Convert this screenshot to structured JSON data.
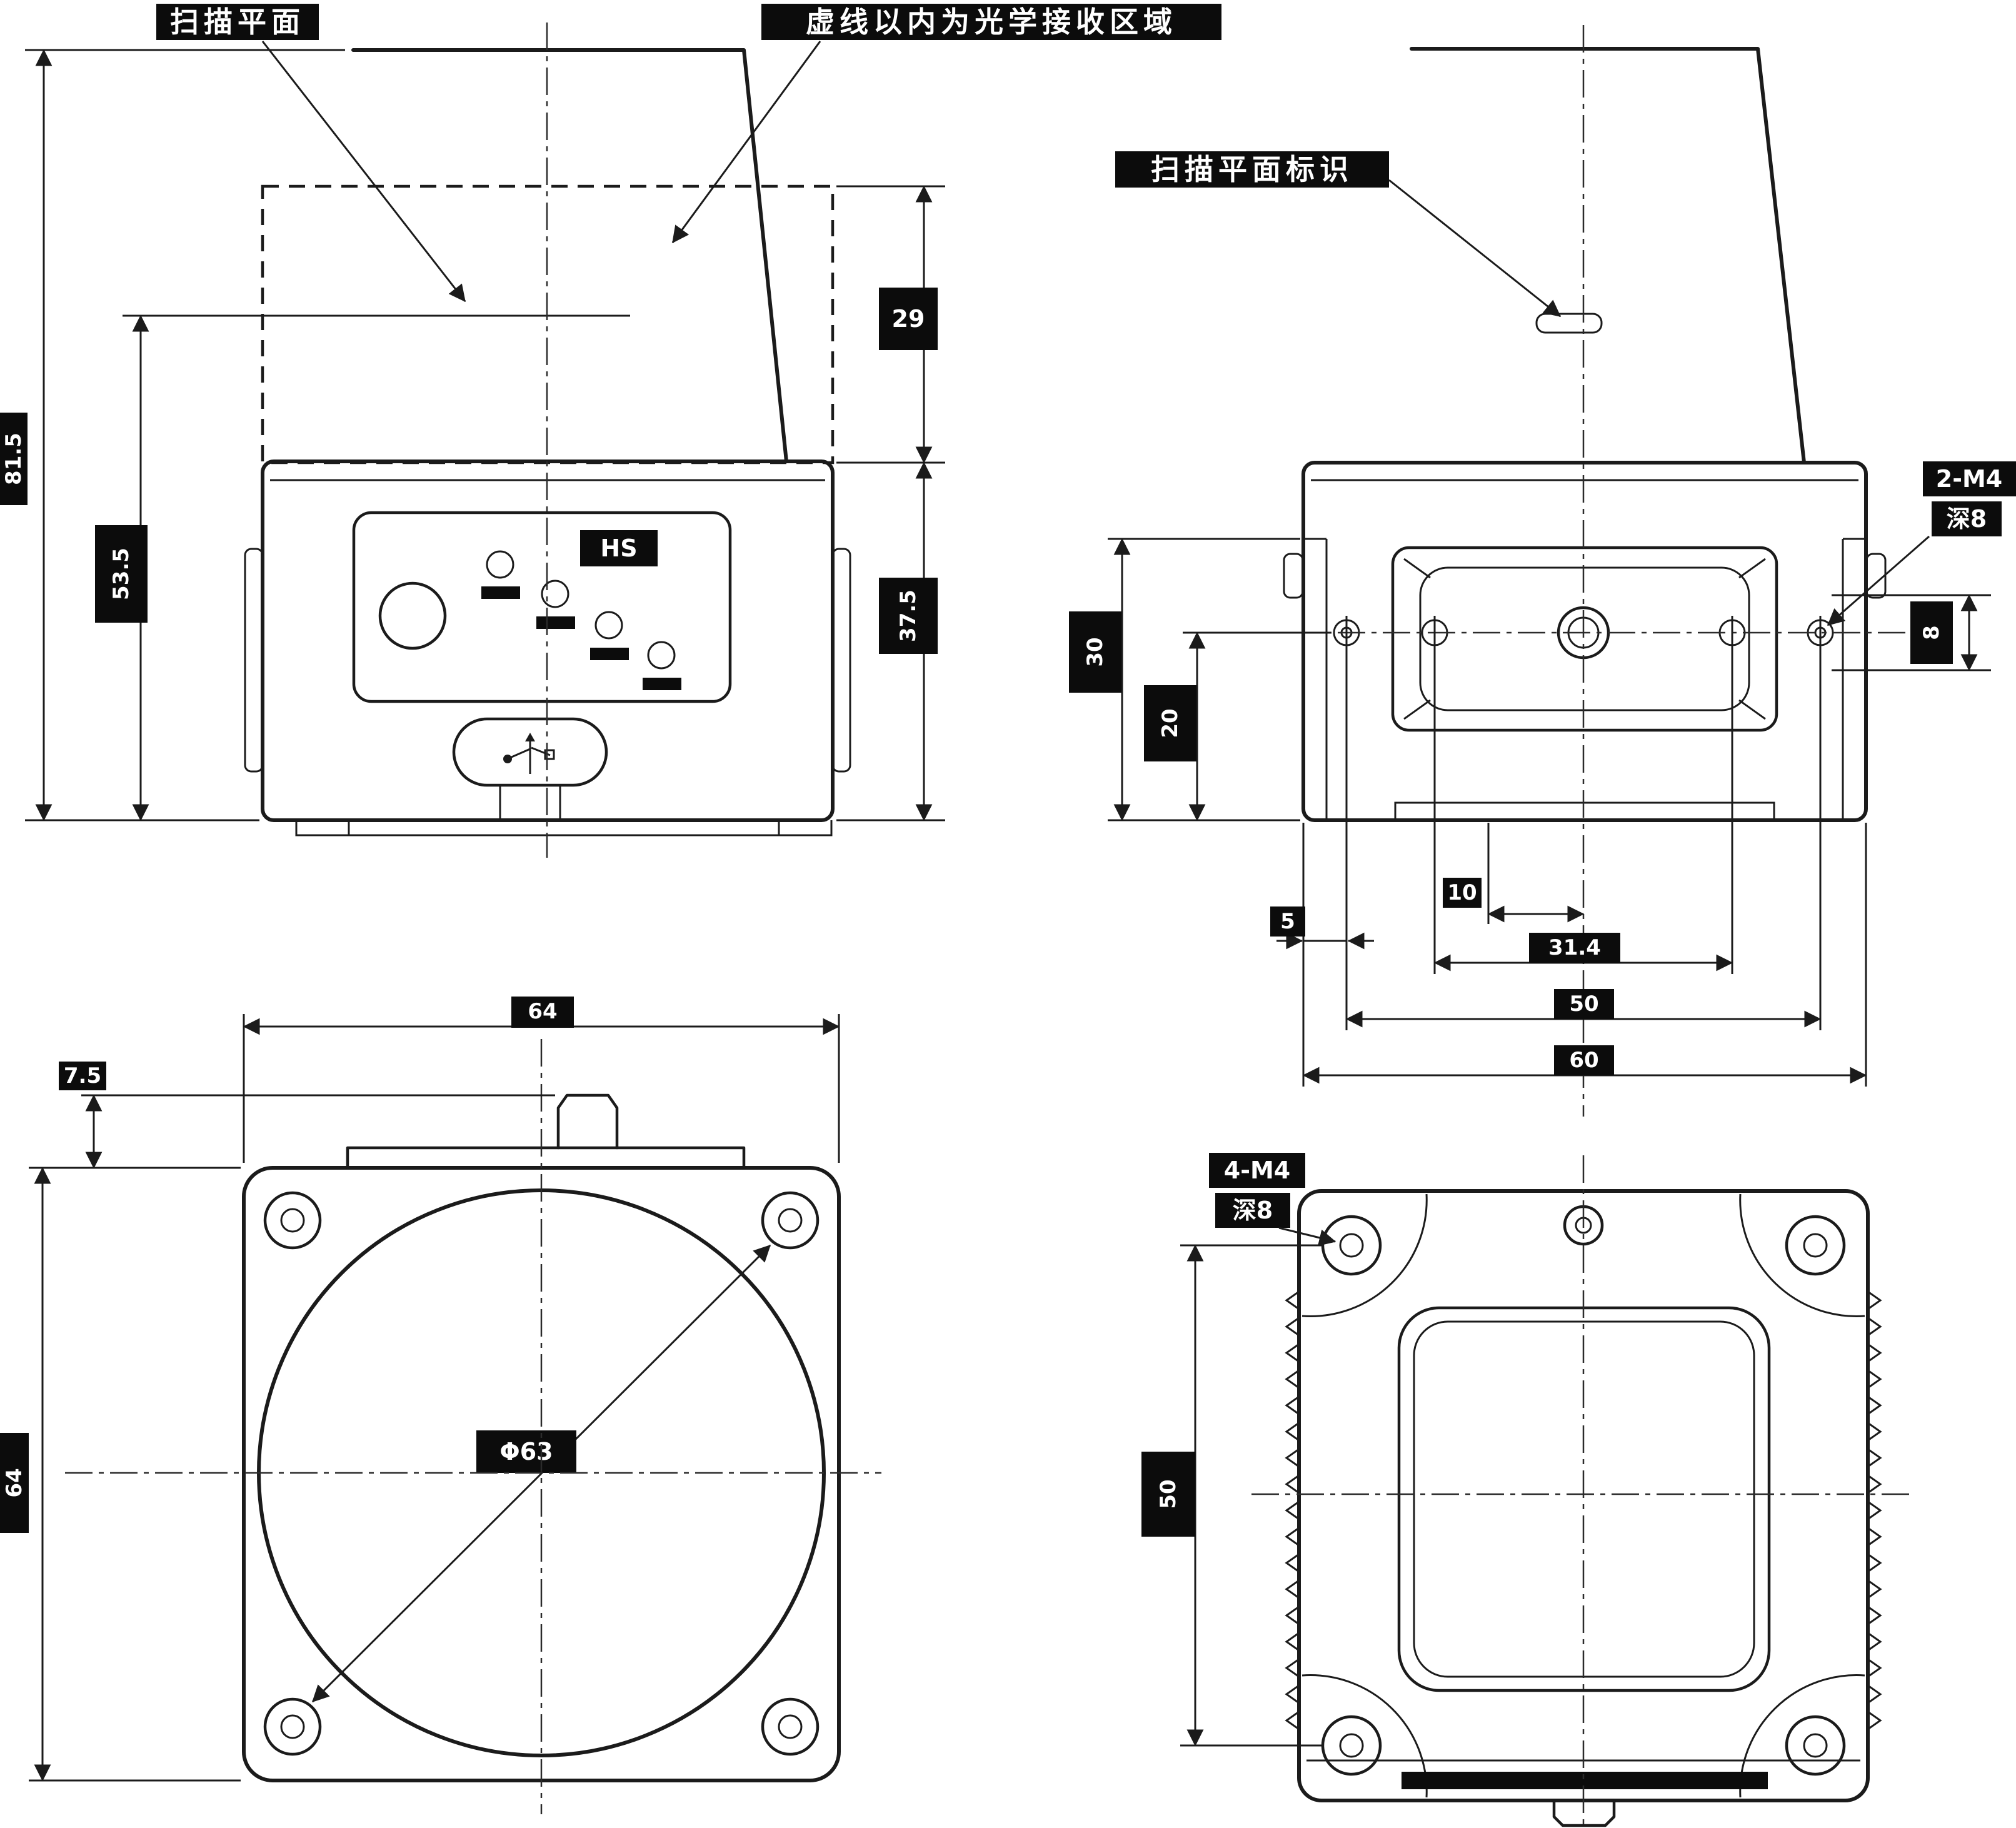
{
  "labels": {
    "scan_plane": "扫描平面",
    "optical_area_note": "虚线以内为光学接收区域",
    "scan_plane_marker": "扫描平面标识",
    "side_screw_spec": "2-M4",
    "side_screw_depth": "深8",
    "bottom_screw_spec": "4-M4",
    "bottom_screw_depth": "深8",
    "panel_logo": "HS"
  },
  "dimensions": {
    "front_total_height": "81.5",
    "front_scan_height": "53.5",
    "front_optical_height": "29",
    "front_base_height": "37.5",
    "side_flange_height": "30",
    "side_hole_height": "20",
    "side_hole_offset": "8",
    "side_usb_offset": "10",
    "side_edge_offset": "5",
    "side_hole_span_inner": "31.4",
    "side_hole_span_outer": "50",
    "side_body_width": "60",
    "top_body_width": "64",
    "top_body_depth": "64",
    "top_tab_offset": "7.5",
    "window_diameter": "Φ63",
    "bottom_hole_span": "50"
  }
}
